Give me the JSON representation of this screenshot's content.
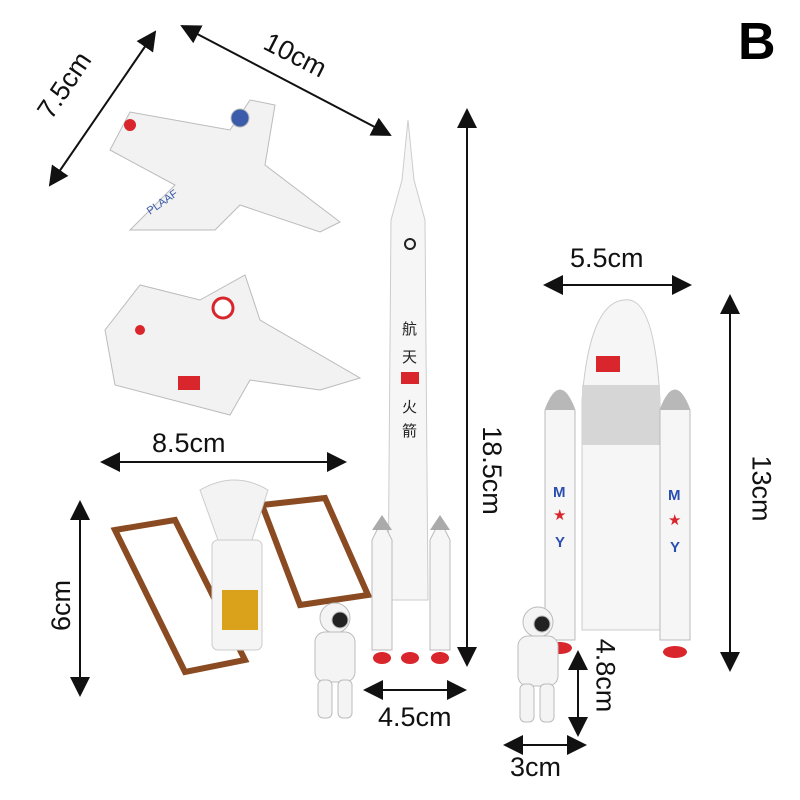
{
  "badge": "B",
  "dimensions": {
    "plane_length": "10cm",
    "plane_width": "7.5cm",
    "jet_length": "8.5cm",
    "rocket_height": "18.5cm",
    "shuttle_width": "5.5cm",
    "shuttle_height": "13cm",
    "satellite_height": "6cm",
    "rocket_width": "4.5cm",
    "astronaut_height": "4.8cm",
    "astronaut_width": "3cm"
  },
  "rocket_text": [
    "航",
    "天",
    "火",
    "箭"
  ],
  "booster_text": [
    "M",
    "Y"
  ],
  "plane_text": "PLAAF",
  "colors": {
    "red": "#d8262c",
    "brown": "#8a4b22",
    "gold": "#d9a21a",
    "silver": "#b8b8b8"
  }
}
